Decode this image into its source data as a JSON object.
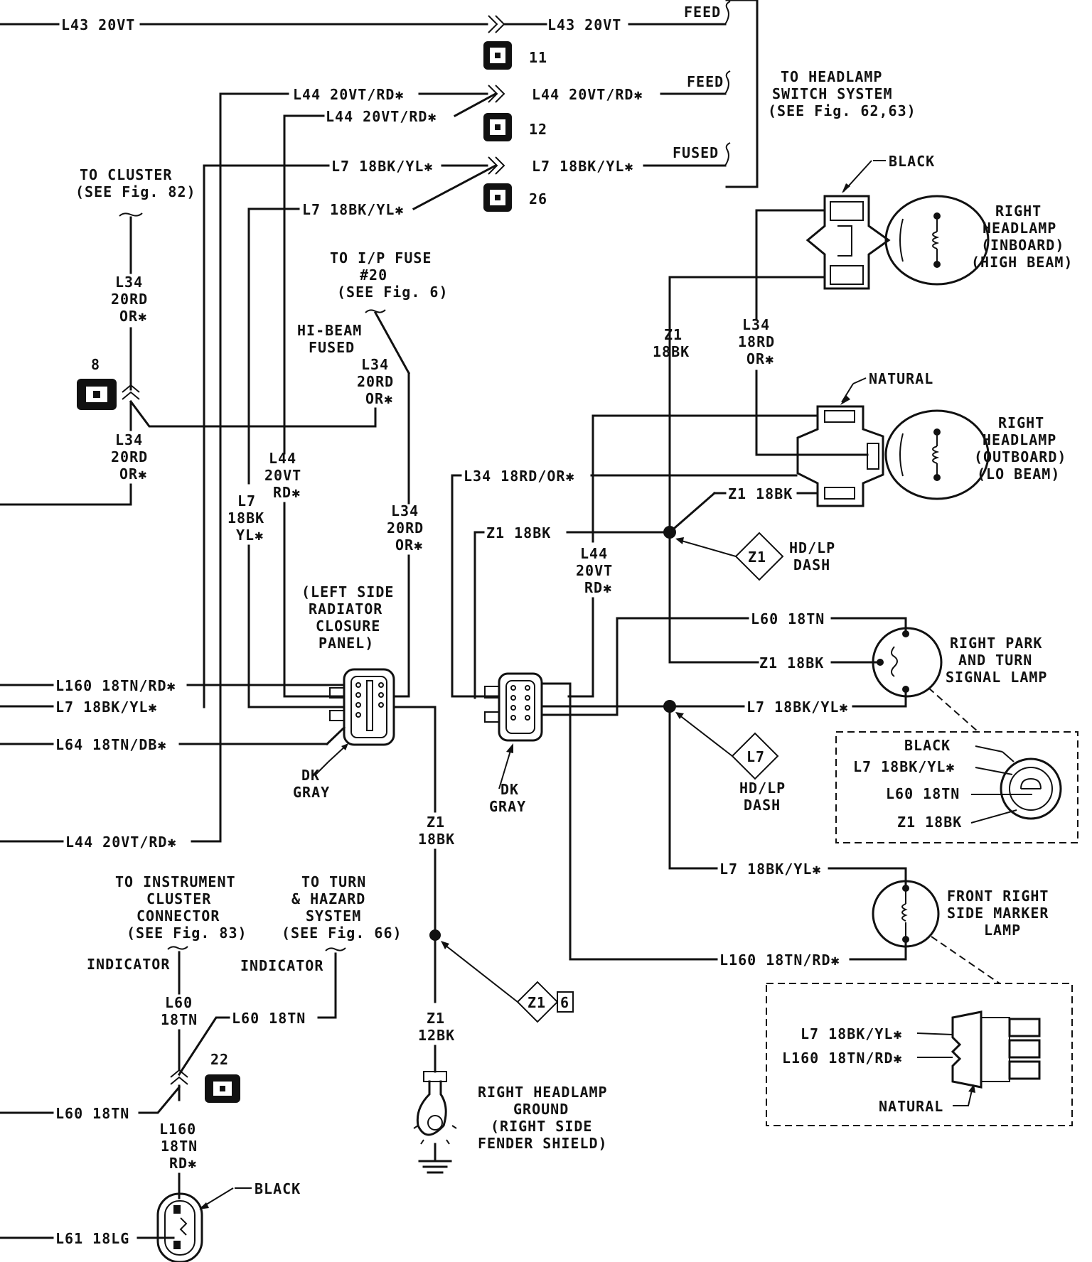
{
  "wire_labels": [
    "L43 20VT",
    "L43 20VT",
    "L44 20VT/RD✱",
    "L44 20VT/RD✱",
    "L44 20VT/RD✱",
    "L7 18BK/YL✱",
    "L7 18BK/YL✱",
    "L7 18BK/YL✱",
    "L34 18RD/OR✱",
    "Z1 18BK",
    "Z1 18BK",
    "Z1 18BK",
    "L60 18TN",
    "L7 18BK/YL✱",
    "L7 18BK/YL✱",
    "L160 18TN/RD✱",
    "L7 18BK/YL✱",
    "L64 18TN/DB✱",
    "L44 20VT/RD✱",
    "L160 18TN/RD✱",
    "L60 18TN",
    "L60 18TN",
    "L61 18LG"
  ],
  "stacked_labels": [
    [
      "L34",
      "20RD",
      "OR✱"
    ],
    [
      "L34",
      "20RD",
      "OR✱"
    ],
    [
      "L34",
      "20RD",
      "OR✱"
    ],
    [
      "L44",
      "20VT",
      "RD✱"
    ],
    [
      "L7",
      "18BK",
      "YL✱"
    ],
    [
      "L34",
      "20RD",
      "OR✱"
    ],
    [
      "Z1",
      "18BK"
    ],
    [
      "L34",
      "18RD",
      "OR✱"
    ],
    [
      "L44",
      "20VT",
      "RD✱"
    ],
    [
      "Z1",
      "18BK"
    ],
    [
      "Z1",
      "12BK"
    ],
    [
      "L60",
      "18TN"
    ],
    [
      "L160",
      "18TN",
      "RD✱"
    ]
  ],
  "feed_labels": [
    "FEED",
    "FEED",
    "FUSED"
  ],
  "headlamp_switch_ref": [
    "TO HEADLAMP",
    "SWITCH SYSTEM",
    "(SEE Fig. 62,63)"
  ],
  "cluster_ref": [
    "TO CLUSTER",
    "(SEE Fig. 82)"
  ],
  "fuse_ref": [
    "TO I/P FUSE",
    "#20",
    "(SEE Fig. 6)"
  ],
  "hibeam_label": [
    "HI-BEAM",
    "FUSED"
  ],
  "radiator_panel_label": [
    "(LEFT SIDE",
    "RADIATOR",
    "CLOSURE",
    "PANEL)"
  ],
  "connector_ids": [
    "11",
    "12",
    "26",
    "8",
    "22"
  ],
  "connector_color_labels": [
    "BLACK",
    "NATURAL",
    "BLACK",
    "BLACK",
    "NATURAL"
  ],
  "dk_gray_labels": [
    [
      "DK",
      "GRAY"
    ],
    [
      "DK",
      "GRAY"
    ]
  ],
  "splice_labels": [
    "Z1",
    "L7",
    "Z1",
    "6"
  ],
  "hd_lp_dash_labels": [
    [
      "HD/LP",
      "DASH"
    ],
    [
      "HD/LP",
      "DASH"
    ]
  ],
  "components": {
    "inboard_headlamp": [
      "RIGHT",
      "HEADLAMP",
      "(INBOARD)",
      "(HIGH BEAM)"
    ],
    "outboard_headlamp": [
      "RIGHT",
      "HEADLAMP",
      "(OUTBOARD)",
      "(LO BEAM)"
    ],
    "park_turn_lamp": [
      "RIGHT PARK",
      "AND TURN",
      "SIGNAL LAMP"
    ],
    "side_marker_lamp": [
      "FRONT RIGHT",
      "SIDE MARKER",
      "LAMP"
    ],
    "ground": [
      "RIGHT HEADLAMP",
      "GROUND",
      "(RIGHT SIDE",
      "FENDER SHIELD)"
    ]
  },
  "park_inset_labels": [
    "L7 18BK/YL✱",
    "L60 18TN",
    "Z1 18BK"
  ],
  "marker_inset_labels": [
    "L7 18BK/YL✱",
    "L160 18TN/RD✱"
  ],
  "instrument_cluster_ref": [
    "TO INSTRUMENT",
    "CLUSTER",
    "CONNECTOR",
    "(SEE Fig. 83)"
  ],
  "turn_hazard_ref": [
    "TO TURN",
    "& HAZARD",
    "SYSTEM",
    "(SEE Fig. 66)"
  ],
  "indicator_labels": [
    "INDICATOR",
    "INDICATOR"
  ]
}
